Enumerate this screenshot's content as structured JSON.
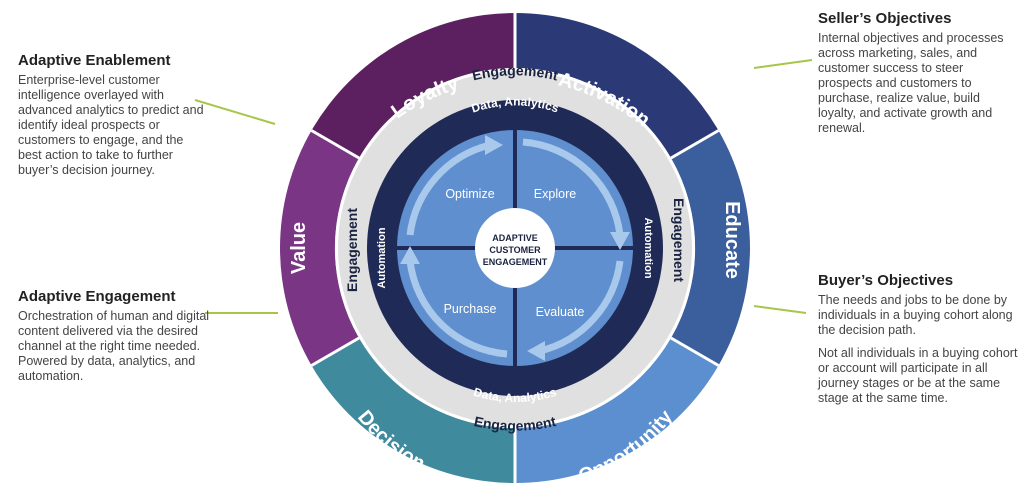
{
  "outer_ring": {
    "loyalty": "Loyalty",
    "activation": "Activation",
    "educate": "Educate",
    "opportunity": "Opportunity",
    "decision": "Decision",
    "value": "Value"
  },
  "engagement_ring": {
    "top": "Engagement",
    "bottom": "Engagement",
    "left": "Engagement",
    "right": "Engagement"
  },
  "data_ring": {
    "top": "Data, Analytics",
    "bottom": "Data, Analytics",
    "left": "Automation",
    "right": "Automation"
  },
  "quadrants": {
    "optimize": "Optimize",
    "explore": "Explore",
    "purchase": "Purchase",
    "evaluate": "Evaluate"
  },
  "center": {
    "line1": "ADAPTIVE",
    "line2": "CUSTOMER",
    "line3": "ENGAGEMENT"
  },
  "adaptive_enablement": {
    "title": "Adaptive Enablement",
    "body": "Enterprise-level customer intelligence overlayed with advanced analytics to predict and identify ideal prospects or customers to engage, and the best action to take to further buyer’s decision journey."
  },
  "adaptive_engagement": {
    "title": "Adaptive Engagement",
    "body": "Orchestration of human and digital content delivered via the desired channel at the right time needed. Powered by data, analytics, and automation."
  },
  "sellers_objectives": {
    "title": "Seller’s Objectives",
    "body": "Internal objectives and processes across marketing, sales, and customer success to steer prospects and customers to purchase, realize value, build loyalty, and activate growth and renewal."
  },
  "buyers_objectives": {
    "title": "Buyer’s Objectives",
    "body1": "The needs and jobs to be done by individuals in a buying cohort along the decision path.",
    "body2": "Not all individuals in a buying cohort or account will participate in all journey stages or be at the same stage at the same time."
  },
  "colors": {
    "loyalty": "#5c2060",
    "activation": "#2b3a76",
    "educate": "#3b5e9c",
    "opportunity": "#5b8fcf",
    "decision": "#3f8a9c",
    "value": "#7a3585",
    "engagement_ring": "#e0e0e0",
    "data_ring": "#1f2b56",
    "quadrant": "#5f8fce",
    "arrow": "#a8c8ec",
    "connector": "#a6c64a"
  }
}
